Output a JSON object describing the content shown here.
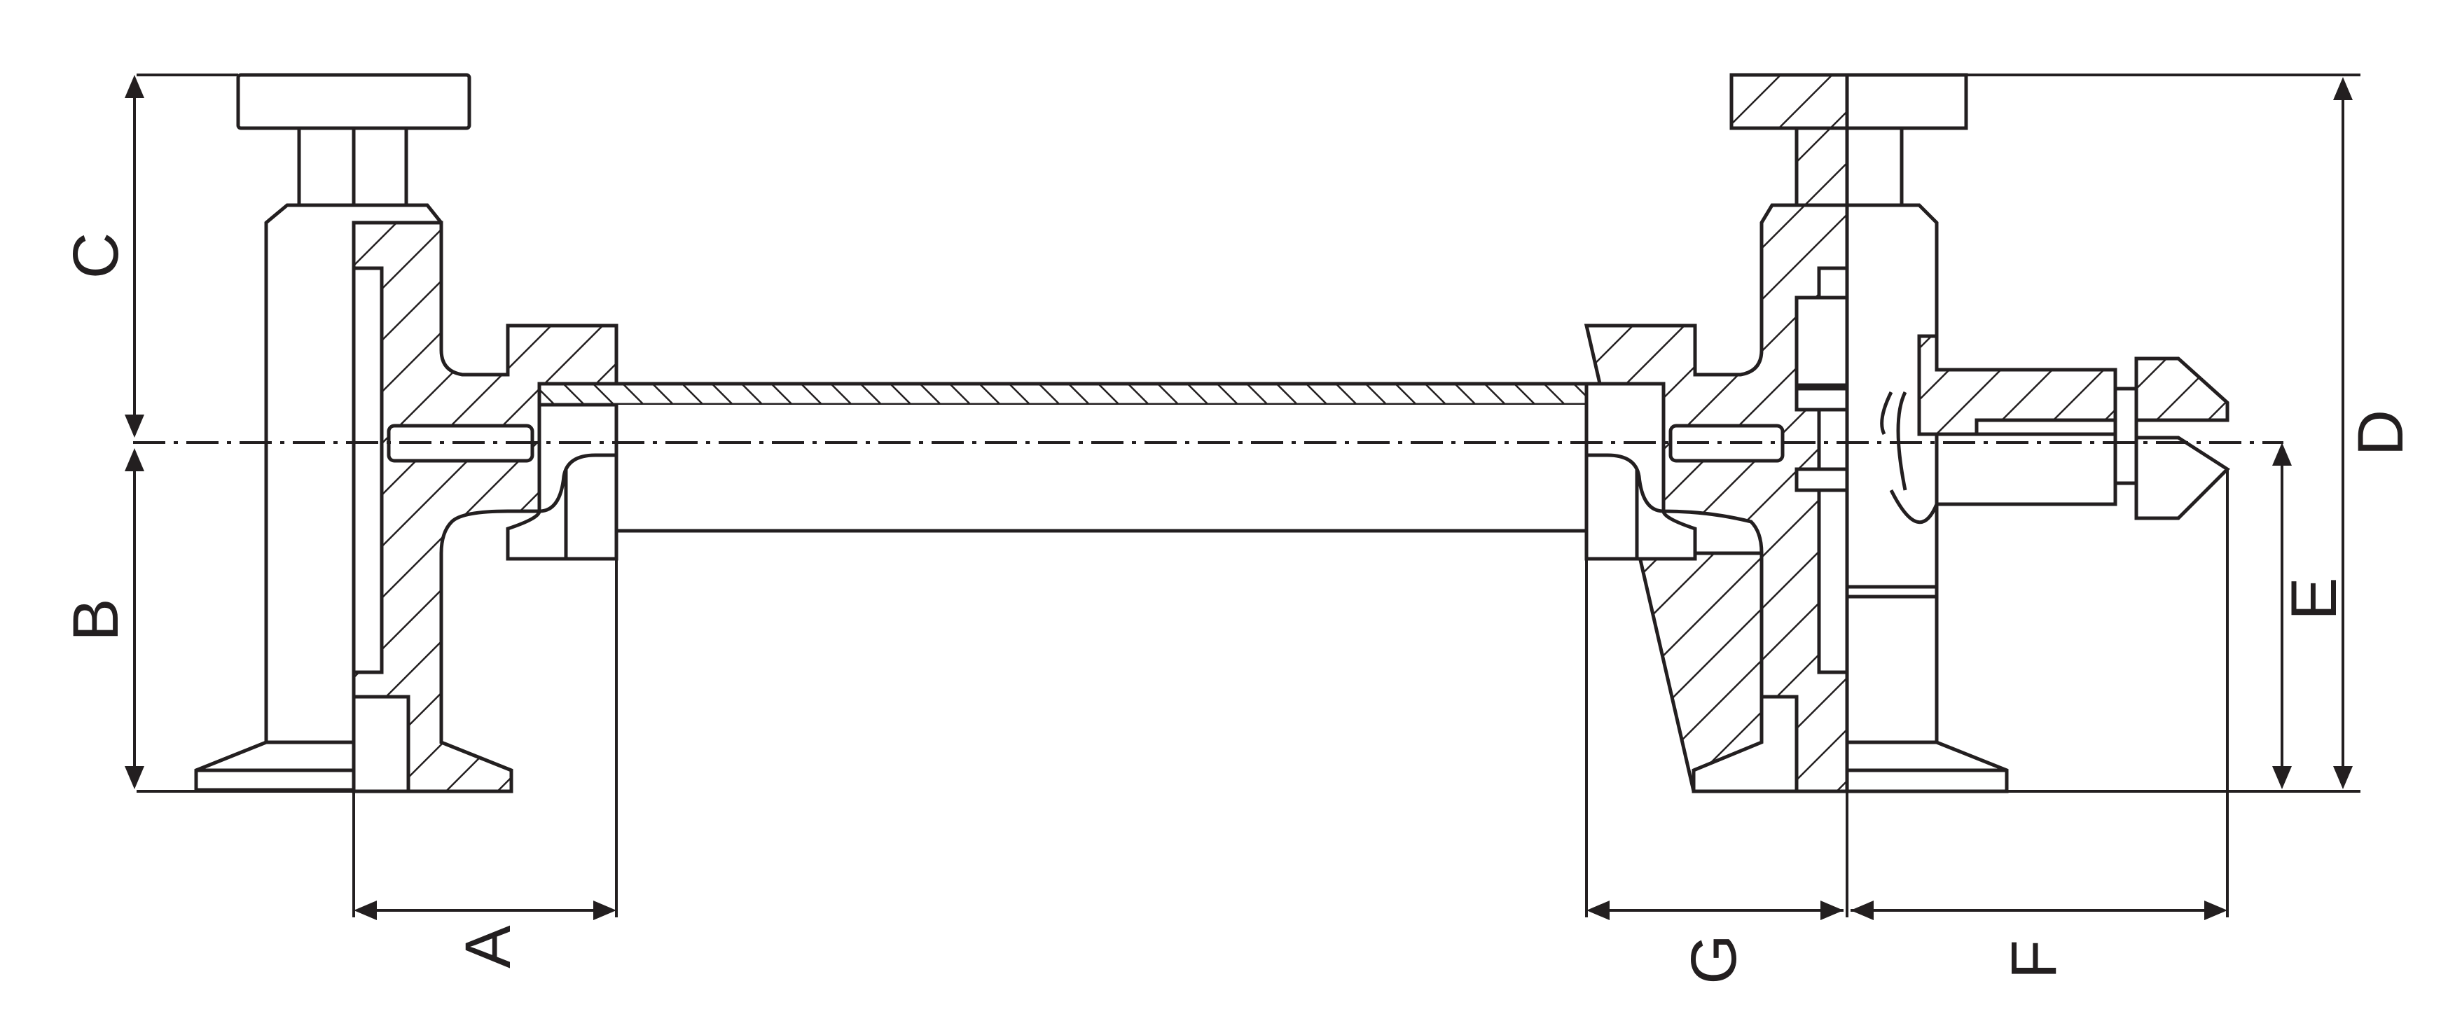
{
  "labels": {
    "A": "A",
    "B": "B",
    "C": "C",
    "D": "D",
    "E": "E",
    "F": "F",
    "G": "G"
  },
  "colors": {
    "line": "#231f20",
    "background": "#ffffff"
  }
}
